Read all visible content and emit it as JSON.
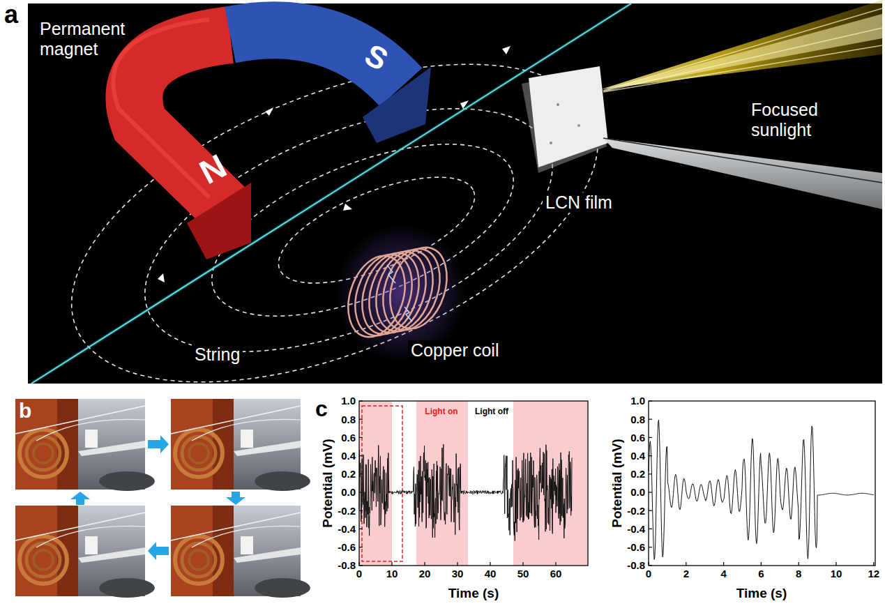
{
  "diagram": {
    "labels": [
      "a",
      "Permanent magnet",
      "N",
      "S",
      "Focused sunlight",
      "LCN film",
      "Copper coil",
      "String",
      "b",
      "c",
      "Light on",
      "Light off",
      "Potential (mV)",
      "Time (s)",
      "1.0",
      "0.8",
      "0.6",
      "0.4",
      "0.2",
      "0.0",
      "-0.2",
      "-0.4",
      "-0.6",
      "-0.8",
      "0",
      "10",
      "20",
      "30",
      "40",
      "50",
      "60",
      "Potential (mV)",
      "Time (s)",
      "1.0",
      "0.8",
      "0.6",
      "0.4",
      "0.2",
      "0.0",
      "-0.2",
      "-0.4",
      "-0.6",
      "-0.8",
      "0",
      "2",
      "4",
      "6",
      "8",
      "10",
      "12"
    ]
  }
}
